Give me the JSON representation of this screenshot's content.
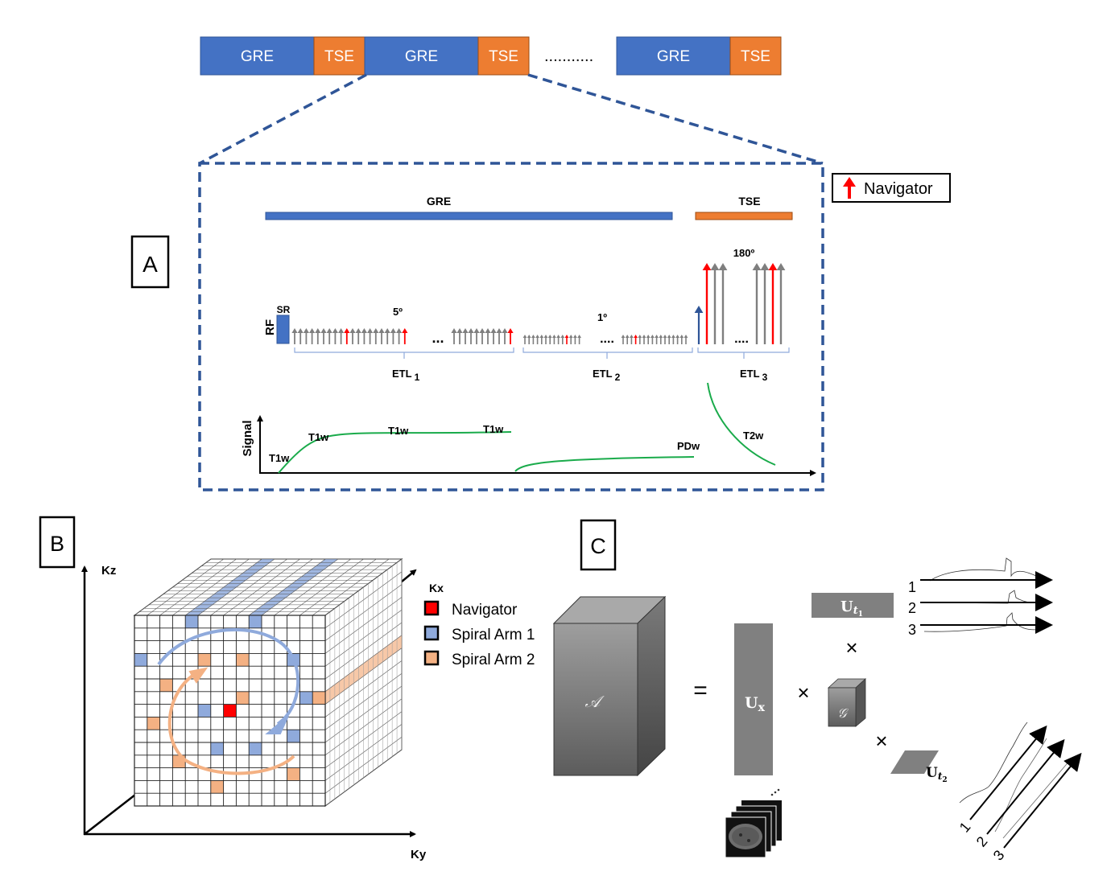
{
  "top_sequence": {
    "blocks": [
      {
        "label": "GRE",
        "type": "gre"
      },
      {
        "label": "TSE",
        "type": "tse"
      },
      {
        "label": "GRE",
        "type": "gre"
      },
      {
        "label": "TSE",
        "type": "tse"
      },
      {
        "label": "GRE",
        "type": "gre"
      },
      {
        "label": "TSE",
        "type": "tse"
      }
    ],
    "ellipsis": "...........",
    "colors": {
      "gre": "#4472c4",
      "tse": "#ed7d31"
    }
  },
  "panel_a": {
    "label": "A",
    "gre_bar_label": "GRE",
    "tse_bar_label": "TSE",
    "legend_navigator": "Navigator",
    "rf_label": "RF",
    "sr_label": "SR",
    "flip_5": "5º",
    "flip_1": "1º",
    "flip_180": "180º",
    "dots1": "...",
    "dots2": "....",
    "dots3": "....",
    "etl1": "ETL",
    "etl1_sub": "1",
    "etl2": "ETL",
    "etl2_sub": "2",
    "etl3": "ETL",
    "etl3_sub": "3",
    "signal_label": "Signal",
    "curve_labels": [
      "T1w",
      "T1w",
      "T1w",
      "T1w",
      "PDw",
      "T2w"
    ],
    "colors": {
      "navigator": "#ff0000",
      "pulse": "#7f7f7f",
      "curve": "#1aab4b",
      "frame": "#2f5597"
    }
  },
  "panel_b": {
    "label": "B",
    "axis_kz": "Kz",
    "axis_ky": "Ky",
    "axis_kx": "Kx",
    "legend": [
      {
        "label": "Navigator",
        "color": "#ff0000"
      },
      {
        "label": "Spiral Arm 1",
        "color": "#8faadc"
      },
      {
        "label": "Spiral Arm 2",
        "color": "#f4b183"
      }
    ]
  },
  "panel_c": {
    "label": "C",
    "tensor_a": "𝒜",
    "equals": "=",
    "ux": "U",
    "ux_sub": "x",
    "times": "×",
    "core_g": "𝒢",
    "ut1": "U",
    "ut1_sub": "t",
    "ut1_subsub": "1",
    "ut2": "U",
    "ut2_sub": "t",
    "ut2_subsub": "2",
    "t1_curve_labels": [
      "1",
      "2",
      "3"
    ],
    "t2_curve_labels": [
      "1",
      "2",
      "3"
    ]
  }
}
